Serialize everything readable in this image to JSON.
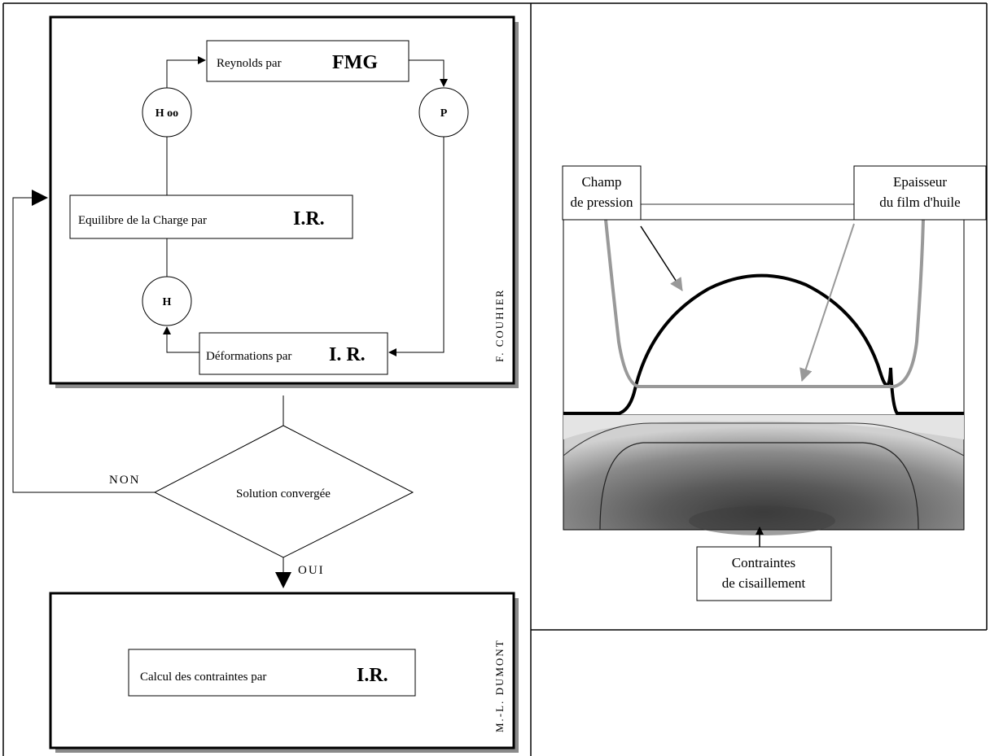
{
  "flowchart": {
    "reynolds": {
      "label": "Reynolds par",
      "method": "FMG"
    },
    "pressure_node": "P",
    "h00_node": "H oo",
    "h_node": "H",
    "load_balance": {
      "label": "Equilibre de la Charge par",
      "method": "I.R."
    },
    "deformations": {
      "label": "Déformations par",
      "method": "I. R."
    },
    "author_top": "F. COUHIER",
    "decision": "Solution convergée",
    "no_label": "NON",
    "yes_label": "OUI",
    "stress_calc": {
      "label": "Calcul des contraintes par",
      "method": "I.R."
    },
    "author_bottom": "M.-L. DUMONT"
  },
  "figure": {
    "pressure_label": [
      "Champ",
      "de pression"
    ],
    "film_label": [
      "Epaisseur",
      "du film d'huile"
    ],
    "shear_label": [
      "Contraintes",
      "de cisaillement"
    ]
  }
}
